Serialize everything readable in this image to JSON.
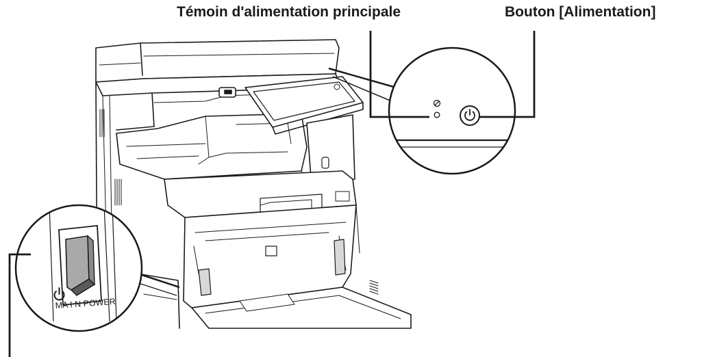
{
  "labels": {
    "main_power_indicator": "Témoin d'alimentation principale",
    "power_button": "Bouton [Alimentation]"
  },
  "switch_markings": {
    "main_power": "MA I N POWER"
  },
  "icons": {
    "power_button_icon": "power-symbol",
    "indicator_icon": "power-indicator-symbol",
    "switch_icon": "power-symbol"
  },
  "colors": {
    "line": "#1a1a1a",
    "switch_gray": "#a9a9a9",
    "switch_dark": "#5a5a5a"
  }
}
